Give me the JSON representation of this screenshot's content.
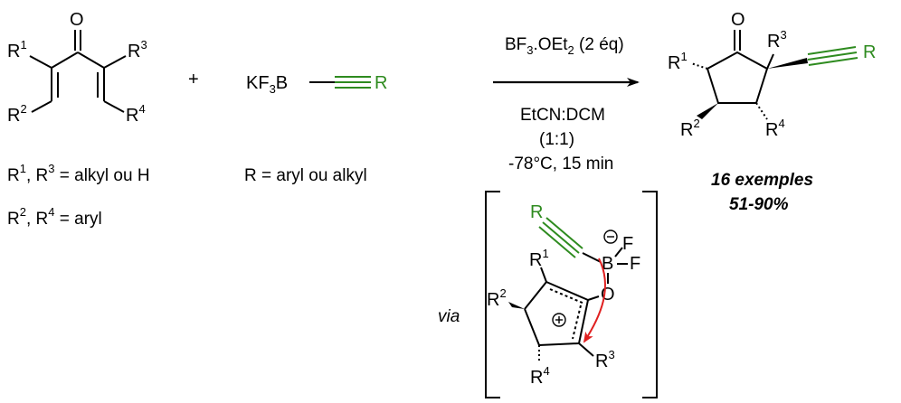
{
  "reagents": {
    "catalyst": "BF3.OEt2 (2 éq)",
    "solvent": "EtCN:DCM",
    "ratio": "(1:1)",
    "conditions": "-78°C, 15 min"
  },
  "substituents": {
    "ketone_r1_r3": "R1, R3 = alkyl ou H",
    "ketone_r2_r4": "R2, R4 = aryl",
    "alkyne_r": "R = aryl ou alkyl"
  },
  "product_summary": {
    "examples": "16 exemples",
    "yield": "51-90%"
  },
  "intermediate_label": "via",
  "colors": {
    "alkyne": "#2e8b1f",
    "arrow_mechanism": "#e02020",
    "text": "#000000"
  }
}
